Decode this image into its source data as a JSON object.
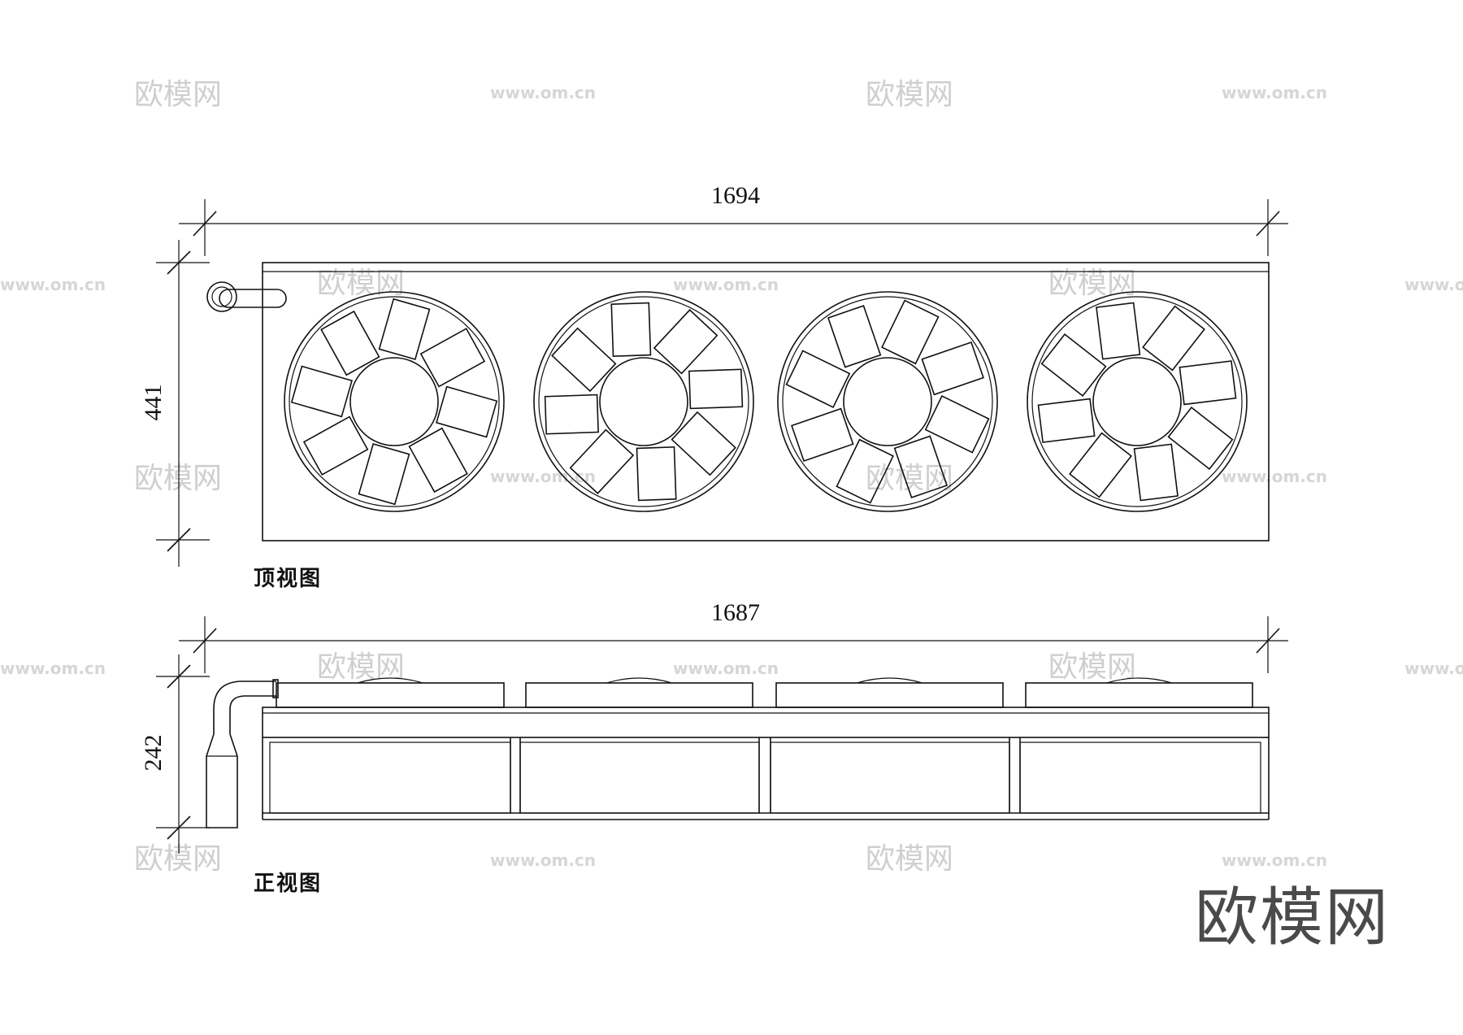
{
  "top_view": {
    "width_dimension": "1694",
    "height_dimension": "441",
    "label": "顶视图",
    "fan_count": 4
  },
  "front_view": {
    "width_dimension": "1687",
    "height_dimension": "242",
    "label": "正视图",
    "fan_count": 4
  },
  "watermark": {
    "brand_text": "欧模网",
    "url_text": "www.om.cn",
    "color": "#cfcfcf"
  },
  "brand_mark": "欧模网"
}
